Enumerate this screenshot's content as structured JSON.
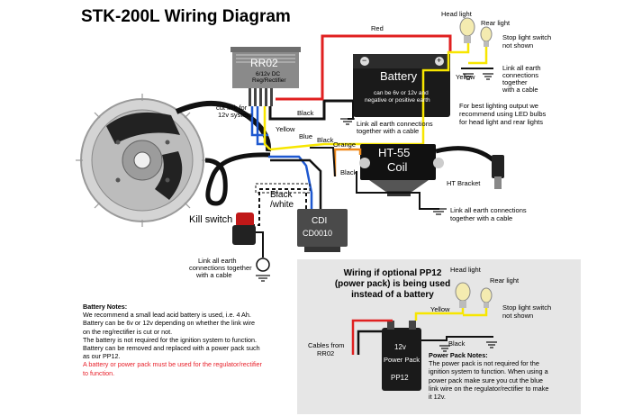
{
  "title": "STK-200L Wiring Diagram",
  "components": {
    "regulator": {
      "name": "RR02",
      "spec1": "6/12v DC",
      "spec2": "Reg/Rectifier"
    },
    "battery": {
      "name": "Battery",
      "note1": "can be 6v or 12v and",
      "note2": "negative or positive earth",
      "minus": "−",
      "plus": "+"
    },
    "coil": {
      "name1": "HT-55",
      "name2": "Coil"
    },
    "cdi": {
      "name1": "CDI",
      "name2": "CD0010"
    },
    "power_pack": {
      "line1": "12v",
      "line2": "Power Pack",
      "line3": "PP12"
    }
  },
  "labels": {
    "red": "Red",
    "yellow": "Yellow",
    "yellow_rear": "Yellow",
    "black": "Black",
    "blue": "Blue",
    "black_cdi": "Black",
    "orange": "Orange",
    "black_coil": "Black",
    "black_white_1": "Black",
    "black_white_2": "/white",
    "cut_link": [
      "cut link for",
      "12v system"
    ],
    "head_light": "Head light",
    "rear_light": "Rear light",
    "stop_switch": [
      "Stop light switch",
      "not shown"
    ],
    "earth_lights": [
      "Link all earth",
      "connections",
      "together",
      "with a cable"
    ],
    "earth_battery": [
      "Link all earth connections",
      "together with a cable"
    ],
    "led_note": [
      "For best lighting output we",
      "recommend using LED bulbs",
      "for head light and rear lights"
    ],
    "ht_bracket": "HT Bracket",
    "earth_coil": [
      "Link all earth connections",
      "together with a cable"
    ],
    "kill_switch": "Kill switch",
    "earth_kill": [
      "Link all earth",
      "connections together",
      "with a cable"
    ]
  },
  "battery_notes": {
    "heading": "Battery Notes:",
    "lines": [
      "We recommend a small lead acid battery is used, i.e. 4 Ah.",
      "Battery can be 6v or 12v depending on whether the link wire",
      "on the reg/rectifier is cut or not.",
      "The battery is not required for the ignition system to function.",
      "Battery can be removed and replaced with a power pack such",
      "as our PP12."
    ],
    "warning": [
      "A battery or power pack must be used for the regulator/rectifier",
      "to function."
    ]
  },
  "inset": {
    "title": [
      "Wiring if optional PP12",
      "(power pack) is being used",
      "instead of a battery"
    ],
    "cables_from": [
      "Cables from",
      "RR02"
    ],
    "yellow": "Yellow",
    "black": "Black",
    "head_light": "Head light",
    "rear_light": "Rear light",
    "stop_switch": [
      "Stop light switch",
      "not shown"
    ],
    "notes_heading": "Power Pack Notes:",
    "notes_lines": [
      "The power pack is not required for the",
      "ignition system to function. When using a",
      "power pack make sure you cut the blue",
      "link wire on the regulator/rectifier to make",
      "it 12v."
    ]
  },
  "colors": {
    "red": "#e02020",
    "yellow": "#f7e600",
    "blue": "#2060d0",
    "orange": "#f08a1c",
    "black": "#111111",
    "inset_bg": "#e6e6e6",
    "component_grey": "#7a7a7a",
    "component_dark": "#5a5a5a",
    "warning_text": "#e8202a"
  }
}
